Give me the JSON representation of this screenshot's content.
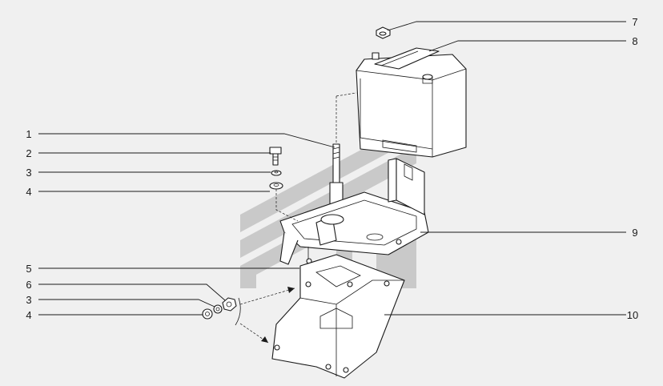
{
  "callouts": [
    {
      "id": "c1",
      "label": "1"
    },
    {
      "id": "c2",
      "label": "2"
    },
    {
      "id": "c3",
      "label": "3"
    },
    {
      "id": "c4",
      "label": "4"
    },
    {
      "id": "c5",
      "label": "5"
    },
    {
      "id": "c6",
      "label": "6"
    },
    {
      "id": "c3b",
      "label": "3"
    },
    {
      "id": "c4b",
      "label": "4"
    },
    {
      "id": "c7",
      "label": "7"
    },
    {
      "id": "c8",
      "label": "8"
    },
    {
      "id": "c9",
      "label": "9"
    },
    {
      "id": "c10",
      "label": "10"
    }
  ],
  "colors": {
    "background": "#f0f0f0",
    "line": "#1a1a1a",
    "watermark": "#c9c9c9"
  }
}
